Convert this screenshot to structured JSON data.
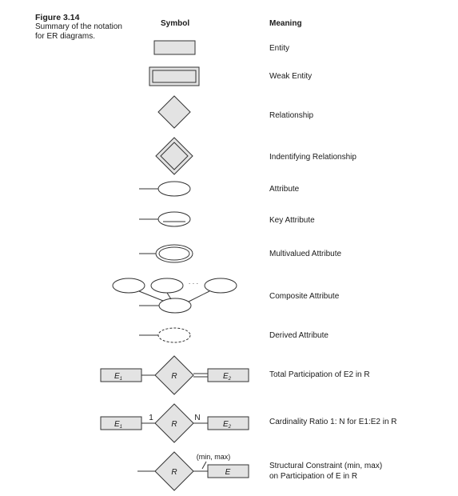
{
  "caption": {
    "figure_label": "Figure 3.14",
    "description": "Summary of the notation for ER diagrams."
  },
  "headers": {
    "symbol": "Symbol",
    "meaning": "Meaning"
  },
  "rows": [
    {
      "meaning": "Entity"
    },
    {
      "meaning": "Weak Entity"
    },
    {
      "meaning": "Relationship"
    },
    {
      "meaning": "Indentifying Relationship"
    },
    {
      "meaning": "Attribute"
    },
    {
      "meaning": "Key Attribute"
    },
    {
      "meaning": "Multivalued Attribute"
    },
    {
      "meaning": "Composite Attribute"
    },
    {
      "meaning": "Derived Attribute"
    },
    {
      "meaning": "Total Participation of E2 in R"
    },
    {
      "meaning": "Cardinality Ratio 1: N for E1:E2 in R"
    },
    {
      "meaning_line1": "Structural Constraint (min, max)",
      "meaning_line2": "on Participation of E in R"
    }
  ],
  "symbol_labels": {
    "e1": "E",
    "e1_sub": "1",
    "e2": "E",
    "e2_sub": "2",
    "r": "R",
    "e": "E",
    "card_one": "1",
    "card_n": "N",
    "min_max": "(min, max)",
    "ellipsis": "· · ·"
  },
  "colors": {
    "shape_fill": "#e3e3e3",
    "stroke": "#333333",
    "text": "#1a1a1a"
  }
}
